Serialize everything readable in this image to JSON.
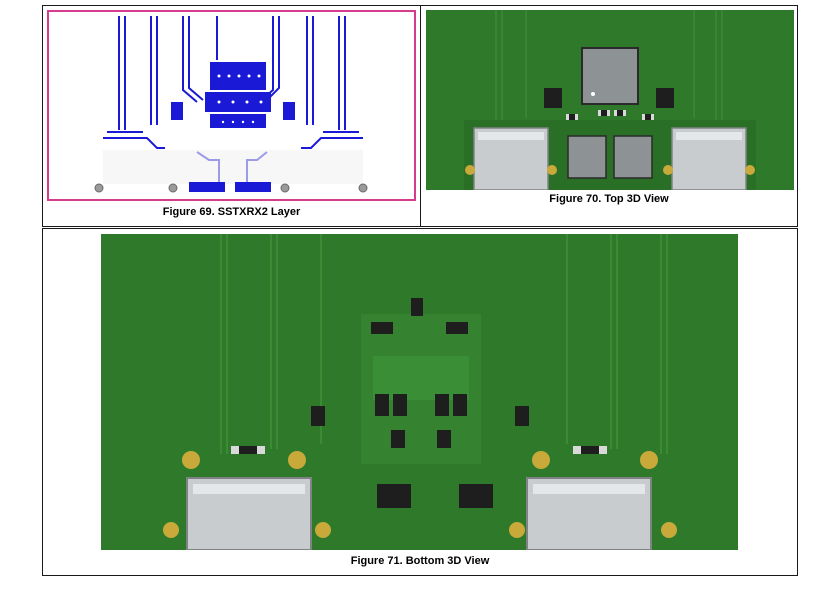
{
  "figures": [
    {
      "id": "fig69",
      "caption": "Figure 69. SSTXRX2 Layer"
    },
    {
      "id": "fig70",
      "caption": "Figure 70. Top 3D View"
    },
    {
      "id": "fig71",
      "caption": "Figure 71. Bottom 3D View"
    }
  ],
  "colors": {
    "pcb_green": "#2f7a2a",
    "pcb_dark": "#236322",
    "copper_blue": "#1a1ad6",
    "outline_magenta": "#d63c8c",
    "connector_silver": "#c8cccf",
    "pad_gold": "#c9a93a"
  }
}
